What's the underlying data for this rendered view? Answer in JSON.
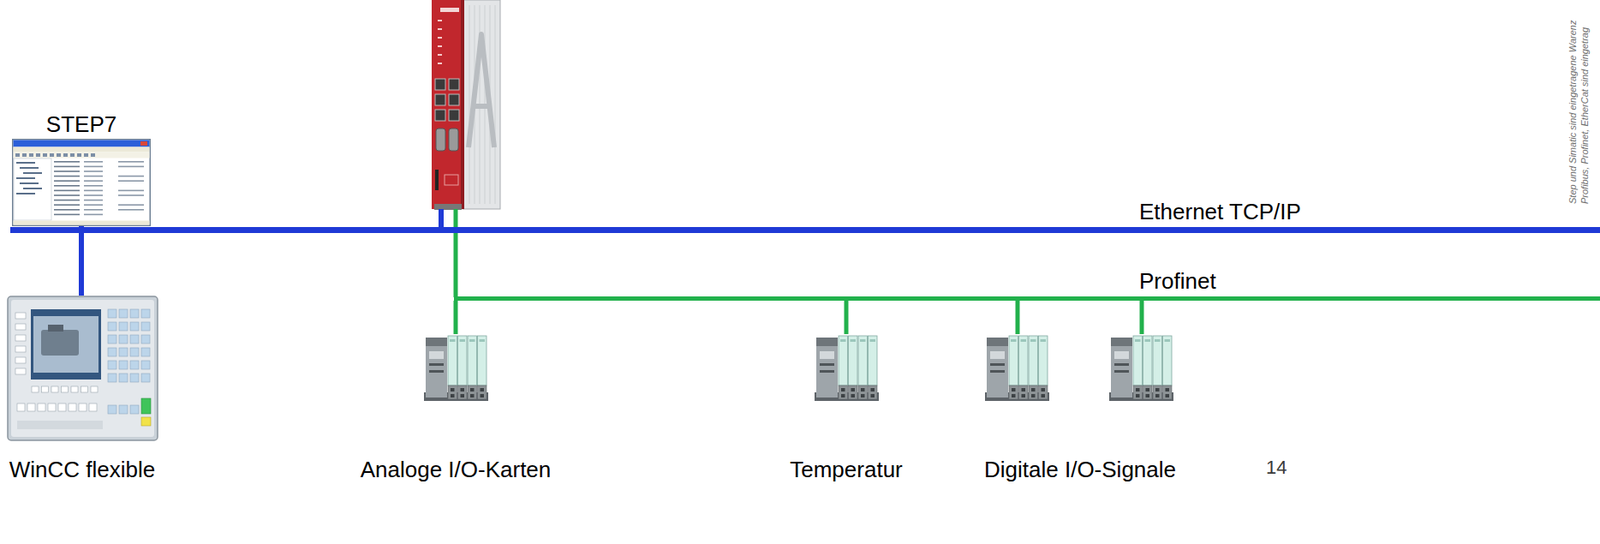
{
  "diagram": {
    "nodes": [
      {
        "text": [
          "STEP7"
        ]
      },
      {
        "text": [
          "WinCC flexible"
        ]
      },
      {
        "text": [
          "Ethernet TCP/IP"
        ]
      },
      {
        "text": [
          "Profinet"
        ]
      },
      {
        "text": [
          "Analoge I/O-Karten"
        ]
      },
      {
        "text": [
          "Temperatur"
        ]
      },
      {
        "text": [
          "Digitale I/O-Signale"
        ]
      }
    ],
    "edges": [
      {
        "from": 0,
        "to": 2,
        "arrow": "none"
      },
      {
        "from": 1,
        "to": 2,
        "arrow": "none"
      },
      {
        "from": 4,
        "to": 3,
        "arrow": "none"
      },
      {
        "from": 5,
        "to": 3,
        "arrow": "none"
      },
      {
        "from": 6,
        "to": 3,
        "arrow": "none"
      },
      {
        "from": 6,
        "to": 3,
        "arrow": "none"
      }
    ],
    "labels": [
      "14",
      "Step und Simatic sind eingetragene Warenz",
      "Profibus, Profinet, EtherCat sind eingetrag"
    ]
  }
}
